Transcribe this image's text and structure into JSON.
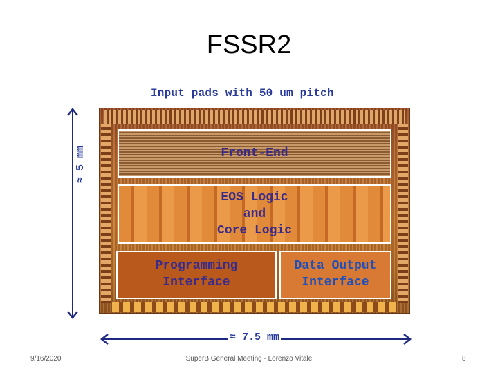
{
  "slide": {
    "title": "FSSR2",
    "footer": {
      "date": "9/16/2020",
      "center": "SuperB General Meeting - Lorenzo Vitale",
      "page": "8"
    }
  },
  "diagram": {
    "top_label": "Input pads with 50 um pitch",
    "height_label": "≈ 5 mm",
    "width_label": "≈ 7.5 mm",
    "blocks": {
      "front_end": "Front-End",
      "eos_core": "EOS Logic\nand\nCore Logic",
      "programming": "Programming\nInterface",
      "data_output": "Data Output\nInterface"
    },
    "colors": {
      "label_blue": "#2a3a9a",
      "block_border": "#ffffff"
    }
  }
}
